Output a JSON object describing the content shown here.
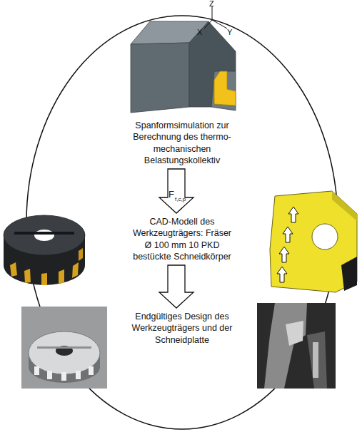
{
  "diagram": {
    "nodes": [
      {
        "text": [
          "Spanformsimulation zur Berechnung des thermo-mechanischen Belastungskollektiv"
        ]
      },
      {
        "text": [
          "CAD-Modell des Werkzeugträgers: Fräser Ø 100 mm 10 PKD bestückte Schneidkörper"
        ]
      },
      {
        "text": [
          "Endgültiges Design des Werkzeugträgers und der Schneidplatte"
        ]
      }
    ],
    "edges": [
      {
        "from": 0,
        "to": 1,
        "arrow": "to"
      },
      {
        "from": 1,
        "to": 2,
        "arrow": "to"
      }
    ],
    "labels": [
      "Z",
      "X",
      "Y",
      "F",
      "f,c,p"
    ]
  }
}
